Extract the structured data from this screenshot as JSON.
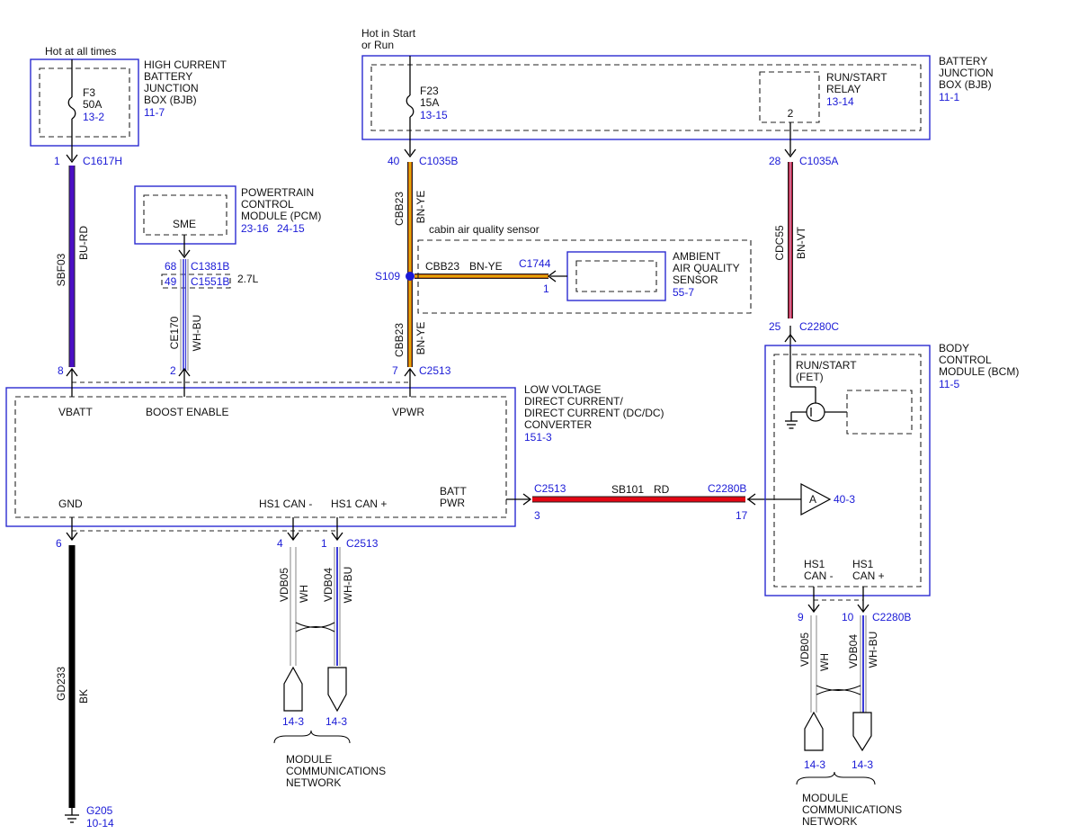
{
  "bjb_hc": {
    "hot_label": "Hot at all times",
    "title": [
      "HIGH CURRENT",
      "BATTERY",
      "JUNCTION",
      "BOX (BJB)"
    ],
    "ref": "11-7",
    "fuse_name": "F3",
    "fuse_rating": "50A",
    "fuse_ref": "13-2",
    "pin": "1",
    "connector": "C1617H"
  },
  "bjb": {
    "hot_label": [
      "Hot in Start",
      "or Run"
    ],
    "title": [
      "BATTERY",
      "JUNCTION",
      "BOX (BJB)"
    ],
    "ref": "11-1",
    "fuse_name": "F23",
    "fuse_rating": "15A",
    "fuse_ref": "13-15",
    "relay_title": [
      "RUN/START",
      "RELAY"
    ],
    "relay_ref": "13-14",
    "relay_pin": "2",
    "fuse_pin": "40",
    "fuse_connector": "C1035B",
    "relay_out_pin": "28",
    "relay_connector": "C1035A"
  },
  "pcm": {
    "title": [
      "POWERTRAIN",
      "CONTROL",
      "MODULE (PCM)"
    ],
    "refs": [
      "23-16",
      "24-15"
    ],
    "signal": "SME",
    "pin1": "68",
    "conn1": "C1381B",
    "pin2": "49",
    "conn2": "C1551B",
    "engine_note": "2.7L"
  },
  "wires": {
    "sbf03": {
      "circuit": "SBF03",
      "color": "BU-RD"
    },
    "ce170": {
      "circuit": "CE170",
      "color": "WH-BU"
    },
    "cbb23_top": {
      "circuit": "CBB23",
      "color": "BN-YE"
    },
    "cbb23_bottom": {
      "circuit": "CBB23",
      "color": "BN-YE"
    },
    "cbb23_branch": {
      "circuit": "CBB23",
      "color": "BN-YE"
    },
    "cdc55": {
      "circuit": "CDC55",
      "color": "BN-VT"
    },
    "gd233": {
      "circuit": "GD233",
      "color": "BK"
    },
    "vdb05_left": {
      "circuit": "VDB05",
      "color": "WH"
    },
    "vdb04_left": {
      "circuit": "VDB04",
      "color": "WH-BU"
    },
    "vdb05_right": {
      "circuit": "VDB05",
      "color": "WH"
    },
    "vdb04_right": {
      "circuit": "VDB04",
      "color": "WH-BU"
    },
    "sb101": {
      "circuit": "SB101",
      "color": "RD"
    },
    "colors": {
      "bu_rd": "#4b0fc4",
      "bn_ye": "#c4600f",
      "bn_vt": "#b01a3a",
      "rd": "#e30613",
      "bk": "#000000",
      "wh_bu": "#3a3ad8"
    }
  },
  "sensor": {
    "area_label": "cabin air quality sensor",
    "title": [
      "AMBIENT",
      "AIR QUALITY",
      "SENSOR"
    ],
    "ref": "55-7",
    "connector": "C1744",
    "pin": "1",
    "splice": "S109"
  },
  "dcdc": {
    "title": [
      "LOW VOLTAGE",
      "DIRECT CURRENT/",
      "DIRECT CURRENT (DC/DC)",
      "CONVERTER"
    ],
    "ref": "151-3",
    "vbatt": "VBATT",
    "boost": "BOOST ENABLE",
    "vpwr": "VPWR",
    "gnd": "GND",
    "can_minus": "HS1 CAN -",
    "can_plus": "HS1 CAN +",
    "batt_pwr": [
      "BATT",
      "PWR"
    ],
    "pin_vbatt": "8",
    "pin_boost": "2",
    "pin_vpwr": "7",
    "top_connector": "C2513",
    "pin_gnd": "6",
    "pin_can_minus": "4",
    "pin_can_plus": "1",
    "bottom_connector": "C2513",
    "batt_connector": "C2513",
    "batt_pin": "3"
  },
  "bcm": {
    "title": [
      "BODY",
      "CONTROL",
      "MODULE (BCM)"
    ],
    "ref": "11-5",
    "in_pin": "25",
    "in_connector": "C2280C",
    "fet_label": [
      "RUN/START",
      "(FET)"
    ],
    "batt_connector": "C2280B",
    "batt_pin": "17",
    "amp_label": "A",
    "amp_ref": "40-3",
    "can_minus": [
      "HS1",
      "CAN -"
    ],
    "can_plus": [
      "HS1",
      "CAN +"
    ],
    "pin_can_minus": "9",
    "pin_can_plus": "10",
    "can_connector": "C2280B"
  },
  "ground": {
    "name": "G205",
    "ref": "10-14"
  },
  "network_left": {
    "ref_a": "14-3",
    "ref_b": "14-3",
    "label": [
      "MODULE",
      "COMMUNICATIONS",
      "NETWORK"
    ]
  },
  "network_right": {
    "ref_a": "14-3",
    "ref_b": "14-3",
    "label": [
      "MODULE",
      "COMMUNICATIONS",
      "NETWORK"
    ]
  }
}
